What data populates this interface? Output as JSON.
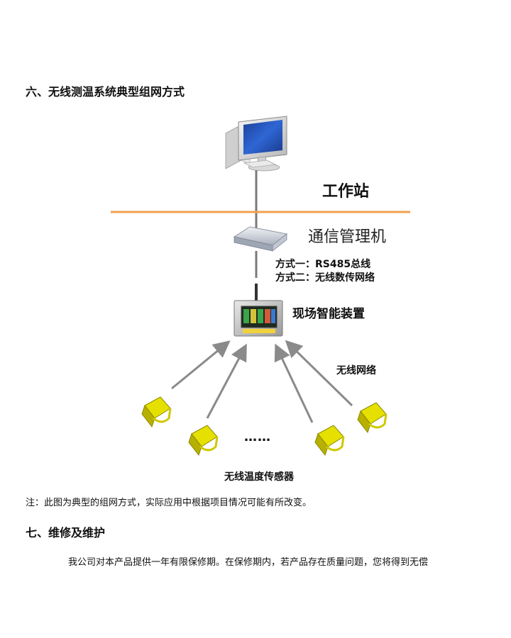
{
  "section6": {
    "heading": "六、无线测温系统典型组网方式"
  },
  "diagram": {
    "workstation_label": "工作站",
    "comm_manager_label": "通信管理机",
    "mode1": "方式一：RS485总线",
    "mode2": "方式二：无线数传网络",
    "device_label": "现场智能装置",
    "wireless_label": "无线网络",
    "ellipsis": "……",
    "sensors_label": "无线温度传感器",
    "colors": {
      "bus_line": "#f0a050",
      "arrow": "#8a8a8a",
      "sensor": "#e6e000"
    }
  },
  "note": "注：此图为典型的组网方式，实际应用中根据项目情况可能有所改变。",
  "section7": {
    "heading": "七、维修及维护",
    "paragraph": "我公司对本产品提供一年有限保修期。在保修期内，若产品存在质量问题，您将得到无偿"
  }
}
